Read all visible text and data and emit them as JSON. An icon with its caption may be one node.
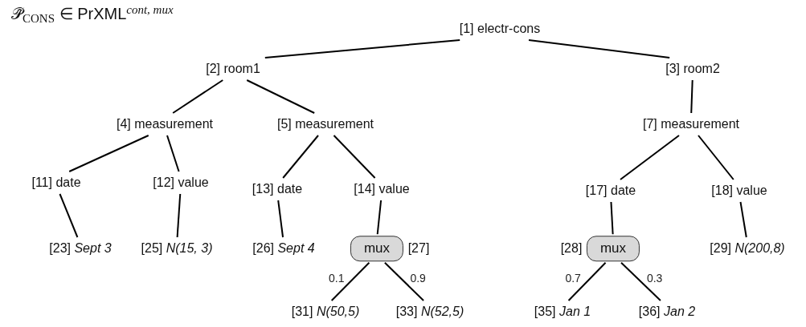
{
  "diagram": {
    "title": "𝒫̂$_{CONS}$ ∈ PrXML$^{cont, mux}$",
    "nodes": [
      {
        "text": [
          "[1] electr-cons"
        ]
      },
      {
        "text": [
          "[2] room1"
        ]
      },
      {
        "text": [
          "[3] room2"
        ]
      },
      {
        "text": [
          "[4] measurement"
        ]
      },
      {
        "text": [
          "[5] measurement"
        ]
      },
      {
        "text": [
          "[7] measurement"
        ]
      },
      {
        "text": [
          "[11] date"
        ]
      },
      {
        "text": [
          "[12] value"
        ]
      },
      {
        "text": [
          "[13] date"
        ]
      },
      {
        "text": [
          "[14] value"
        ]
      },
      {
        "text": [
          "[17] date"
        ]
      },
      {
        "text": [
          "[18] value"
        ]
      },
      {
        "text": [
          "[23] *Sept 3*"
        ]
      },
      {
        "text": [
          "[25] *N(15, 3)*"
        ]
      },
      {
        "text": [
          "[26] *Sept 4*"
        ]
      },
      {
        "text": [
          "mux"
        ],
        "beside": [
          "[27]"
        ]
      },
      {
        "text": [
          "mux"
        ],
        "beside": [
          "[28]"
        ]
      },
      {
        "text": [
          "[29] *N(200,8)*"
        ]
      },
      {
        "text": [
          "[31] *N(50,5)*"
        ]
      },
      {
        "text": [
          "[33] *N(52,5)*"
        ]
      },
      {
        "text": [
          "[35] *Jan 1*"
        ]
      },
      {
        "text": [
          "[36] *Jan 2*"
        ]
      }
    ],
    "edges": [
      {
        "from": 0,
        "to": 1,
        "arrow": "none"
      },
      {
        "from": 0,
        "to": 2,
        "arrow": "none"
      },
      {
        "from": 1,
        "to": 3,
        "arrow": "none"
      },
      {
        "from": 1,
        "to": 4,
        "arrow": "none"
      },
      {
        "from": 2,
        "to": 5,
        "arrow": "none"
      },
      {
        "from": 3,
        "to": 6,
        "arrow": "none"
      },
      {
        "from": 3,
        "to": 7,
        "arrow": "none"
      },
      {
        "from": 4,
        "to": 8,
        "arrow": "none"
      },
      {
        "from": 4,
        "to": 9,
        "arrow": "none"
      },
      {
        "from": 5,
        "to": 10,
        "arrow": "none"
      },
      {
        "from": 5,
        "to": 11,
        "arrow": "none"
      },
      {
        "from": 6,
        "to": 12,
        "arrow": "none"
      },
      {
        "from": 7,
        "to": 13,
        "arrow": "none"
      },
      {
        "from": 8,
        "to": 14,
        "arrow": "none"
      },
      {
        "from": 9,
        "to": 15,
        "arrow": "none"
      },
      {
        "from": 10,
        "to": 16,
        "arrow": "none"
      },
      {
        "from": 11,
        "to": 17,
        "arrow": "none"
      },
      {
        "from": 15,
        "to": 18,
        "arrow": "none",
        "label": "0.1"
      },
      {
        "from": 15,
        "to": 19,
        "arrow": "none",
        "label": "0.9"
      },
      {
        "from": 16,
        "to": 20,
        "arrow": "none",
        "label": "0.7"
      },
      {
        "from": 16,
        "to": 21,
        "arrow": "none",
        "label": "0.3"
      }
    ]
  }
}
